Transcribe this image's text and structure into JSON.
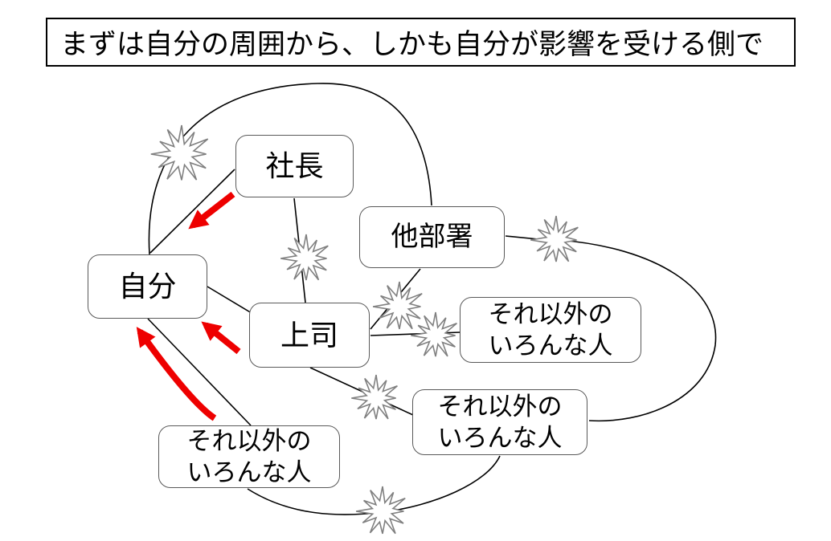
{
  "title": {
    "text": "まずは自分の周囲から、しかも自分が影響を受ける側で"
  },
  "nodes": {
    "president": {
      "label": "社長"
    },
    "other_department": {
      "label": "他部署"
    },
    "self": {
      "label": "自分"
    },
    "boss": {
      "label": "上司"
    },
    "others_right": {
      "line1": "それ以外の",
      "line2": "いろんな人"
    },
    "others_middle": {
      "line1": "それ以外の",
      "line2": "いろんな人"
    },
    "others_bottom": {
      "line1": "それ以外の",
      "line2": "いろんな人"
    }
  },
  "colors": {
    "line": "#000000",
    "node_border": "#595959",
    "burst_outline": "#808080",
    "arrow_red": "#ee0000",
    "background": "#ffffff",
    "text": "#000000"
  }
}
